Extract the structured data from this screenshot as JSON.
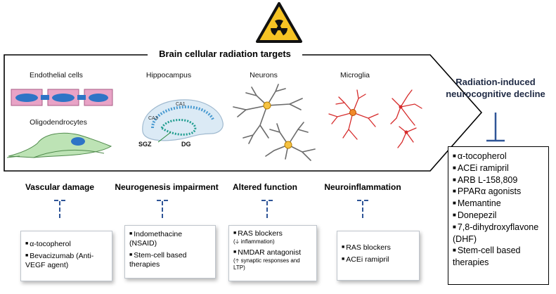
{
  "title": "Brain cellular radiation targets",
  "targets": [
    {
      "label": "Endothelial cells"
    },
    {
      "label": "Hippocampus"
    },
    {
      "label": "Neurons"
    },
    {
      "label": "Microglia"
    },
    {
      "label": "Oligodendrocytes"
    }
  ],
  "hippocampus_labels": {
    "ca1": "CA1",
    "ca3": "CA3",
    "sgz": "SGZ",
    "dg": "DG"
  },
  "effects": [
    {
      "title": "Vascular damage",
      "items": [
        "α-tocopherol",
        "Bevacizumab (Anti-VEGF agent)"
      ]
    },
    {
      "title": "Neurogenesis impairment",
      "items": [
        "Indomethacine (NSAID)",
        "Stem-cell based therapies"
      ]
    },
    {
      "title": "Altered function",
      "items": [
        "RAS  blockers",
        "NMDAR antagonist"
      ],
      "subs": [
        "(🡣 inflammation)",
        "(🡡 synaptic responses and LTP)"
      ]
    },
    {
      "title": "Neuroinflammation",
      "items": [
        "RAS  blockers",
        "ACEi ramipril"
      ]
    }
  ],
  "outcome": {
    "title": "Radiation-induced neurocognitive decline",
    "items": [
      "α-tocopherol",
      "ACEi ramipril",
      "ARB L-158,809",
      "PPARα agonists",
      "Memantine",
      "Donepezil",
      "7,8-dihydroxyflavone (DHF)",
      "Stem-cell based therapies"
    ]
  },
  "colors": {
    "inhibit": "#2f5597",
    "endothelial": "#e8a3c6",
    "nucleus": "#2e74c6",
    "hippocampus": "#dbeaf5",
    "neuron": "#6b6b6b",
    "microglia": "#d62b2b",
    "oligodendrocyte": "#bde3b5",
    "hazard": "#f6c324"
  },
  "icons": [
    "radiation-hazard-icon"
  ]
}
